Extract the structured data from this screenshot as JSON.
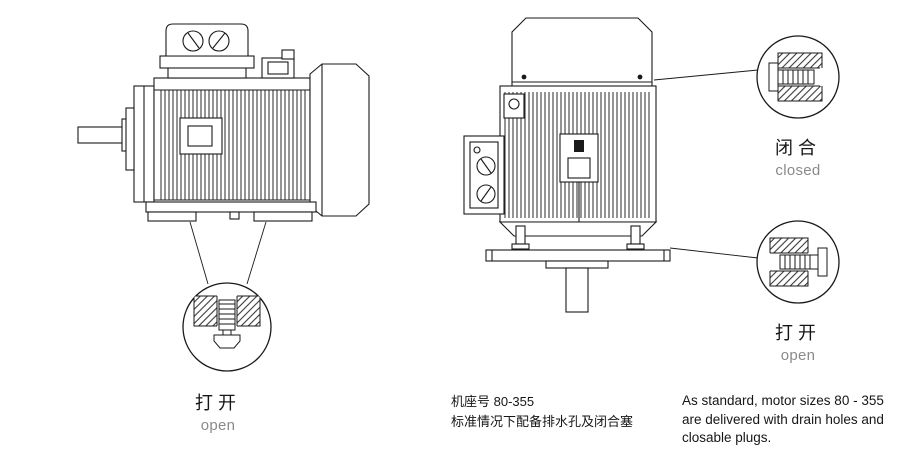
{
  "callouts": {
    "left_open": {
      "cn": "打开",
      "en": "open"
    },
    "closed": {
      "cn": "闭合",
      "en": "closed"
    },
    "right_open": {
      "cn": "打开",
      "en": "open"
    }
  },
  "notes": {
    "cn": {
      "line1": "机座号 80-355",
      "line2": "标准情况下配备排水孔及闭合塞"
    },
    "en": {
      "line1": "As standard, motor sizes 80 - 355",
      "line2": "are delivered with drain holes and",
      "line3": "closable plugs."
    }
  },
  "colors": {
    "line": "#1a1a1a",
    "muted_text": "#8a8a8a",
    "background": "#ffffff"
  }
}
